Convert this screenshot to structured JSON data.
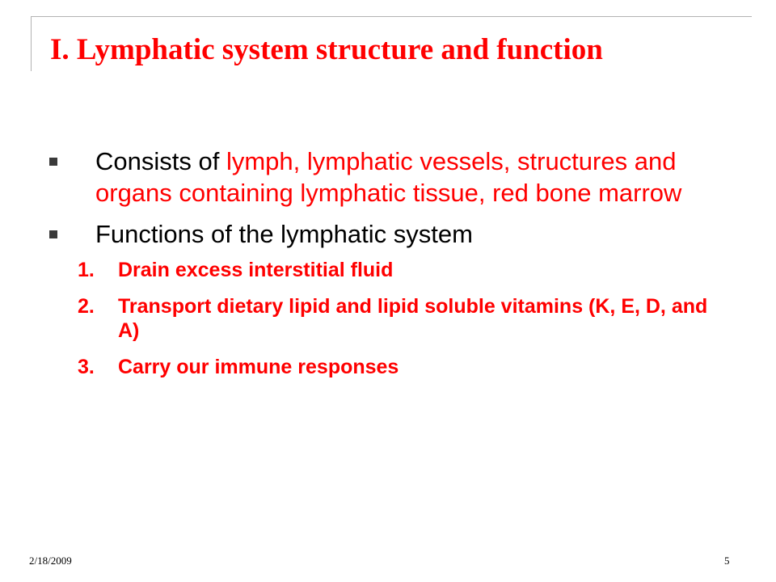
{
  "slide": {
    "title": "I. Lymphatic system structure and function",
    "bullets": [
      {
        "lead": "Consists of ",
        "highlight": "lymph, lymphatic vessels, structures and organs containing lymphatic tissue, red bone marrow"
      },
      {
        "lead": "Functions of the lymphatic system"
      }
    ],
    "functions": [
      {
        "num": "1.",
        "text": "Drain excess interstitial fluid"
      },
      {
        "num": "2.",
        "text": "Transport dietary lipid and lipid soluble vitamins (K, E, D, and A)"
      },
      {
        "num": "3.",
        "text": "Carry our immune responses"
      }
    ]
  },
  "footer": {
    "date": "2/18/2009",
    "page": "5"
  },
  "colors": {
    "accent": "#ff0000",
    "text": "#000000",
    "frame": "#b3b3b3"
  }
}
